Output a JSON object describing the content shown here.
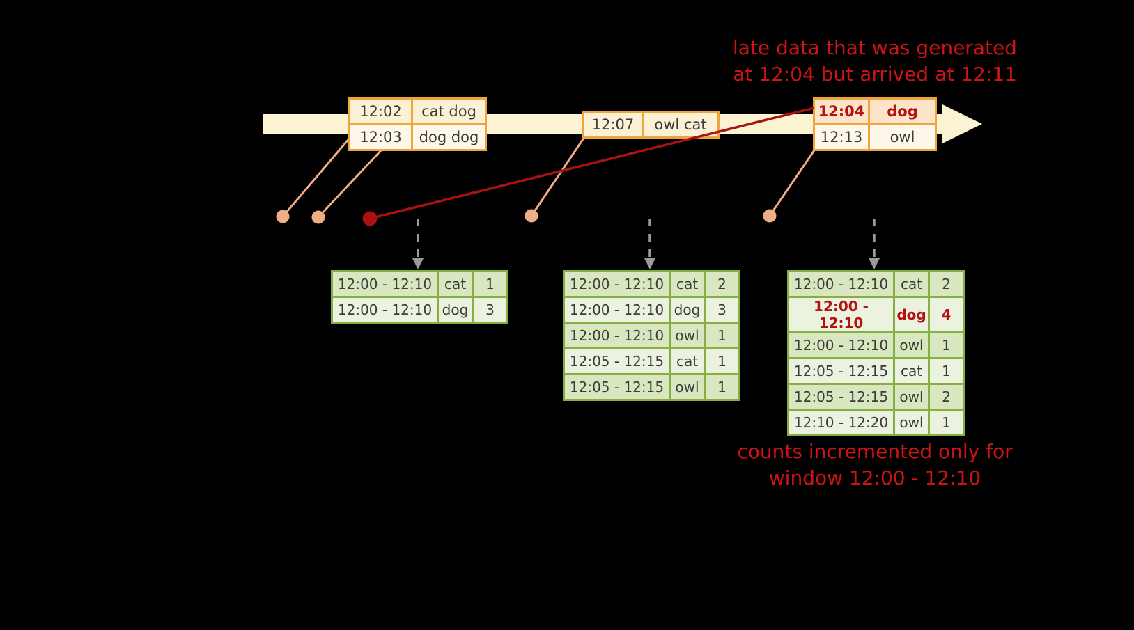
{
  "annotations": {
    "late_note": {
      "line1": "late data that was generated",
      "line2": "at 12:04 but arrived at 12:11"
    },
    "counts_note": {
      "line1": "counts incremented only for",
      "line2": "window 12:00 - 12:10"
    }
  },
  "event_boxes": [
    {
      "rows": [
        {
          "time": "12:02",
          "words": "cat dog"
        },
        {
          "time": "12:03",
          "words": "dog dog"
        }
      ]
    },
    {
      "rows": [
        {
          "time": "12:07",
          "words": "owl cat"
        }
      ]
    },
    {
      "rows": [
        {
          "time": "12:04",
          "words": "dog",
          "late": true
        },
        {
          "time": "12:13",
          "words": "owl"
        }
      ]
    }
  ],
  "result_tables": [
    {
      "rows": [
        {
          "window": "12:00 - 12:10",
          "word": "cat",
          "count": "1"
        },
        {
          "window": "12:00 - 12:10",
          "word": "dog",
          "count": "3"
        }
      ]
    },
    {
      "rows": [
        {
          "window": "12:00 - 12:10",
          "word": "cat",
          "count": "2"
        },
        {
          "window": "12:00 - 12:10",
          "word": "dog",
          "count": "3"
        },
        {
          "window": "12:00 - 12:10",
          "word": "owl",
          "count": "1"
        },
        {
          "window": "12:05 - 12:15",
          "word": "cat",
          "count": "1"
        },
        {
          "window": "12:05 - 12:15",
          "word": "owl",
          "count": "1"
        }
      ]
    },
    {
      "rows": [
        {
          "window": "12:00 - 12:10",
          "word": "cat",
          "count": "2"
        },
        {
          "window": "12:00 - 12:10",
          "word": "dog",
          "count": "4",
          "highlight": true
        },
        {
          "window": "12:00 - 12:10",
          "word": "owl",
          "count": "1"
        },
        {
          "window": "12:05 - 12:15",
          "word": "cat",
          "count": "1"
        },
        {
          "window": "12:05 - 12:15",
          "word": "owl",
          "count": "2"
        },
        {
          "window": "12:10 - 12:20",
          "word": "owl",
          "count": "1"
        }
      ]
    }
  ],
  "colors": {
    "background": "#000000",
    "timeline_fill": "#fcf3d3",
    "event_box_border": "#eea63c",
    "event_fill_dark": "#fbf1d5",
    "event_fill_light": "#fdf8ea",
    "late_event_fill": "#fce4cb",
    "arrival_dot_salmon": "#f0ae85",
    "late_red_line": "#aa1111",
    "annotation_red": "#cc1414",
    "result_table_border": "#86ae41",
    "result_fill_dark": "#d8e7bf",
    "result_fill_light": "#ebf2df",
    "dashed_arrow_gray": "#9a9a9a",
    "text_dark": "#3b3b3b"
  }
}
